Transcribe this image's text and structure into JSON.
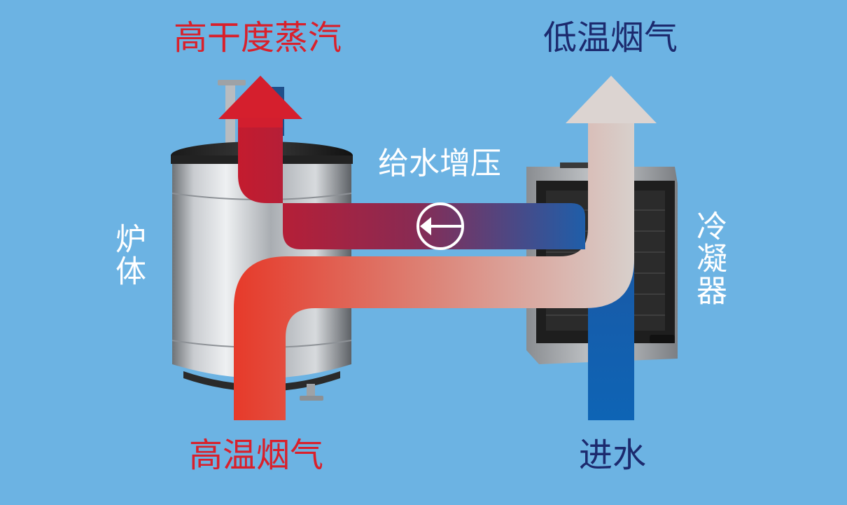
{
  "labels": {
    "high_dry_steam": "高干度蒸汽",
    "low_temp_flue_gas": "低温烟气",
    "feed_water_pressurize": "给水增压",
    "furnace_body": "炉体",
    "condenser": "冷凝器",
    "high_temp_flue_gas": "高温烟气",
    "water_inlet": "进水"
  },
  "colors": {
    "background": "#6cb3e3",
    "steam_red": "#d9202b",
    "low_temp_navy": "#1c2a6e",
    "hot_gas_red": "#e63a2a",
    "cold_water_blue": "#0f5fb0",
    "cool_gas_light": "#d8d0cc",
    "white_text": "#ffffff"
  },
  "icons": {
    "pump": "pump-arrow-left-icon"
  }
}
